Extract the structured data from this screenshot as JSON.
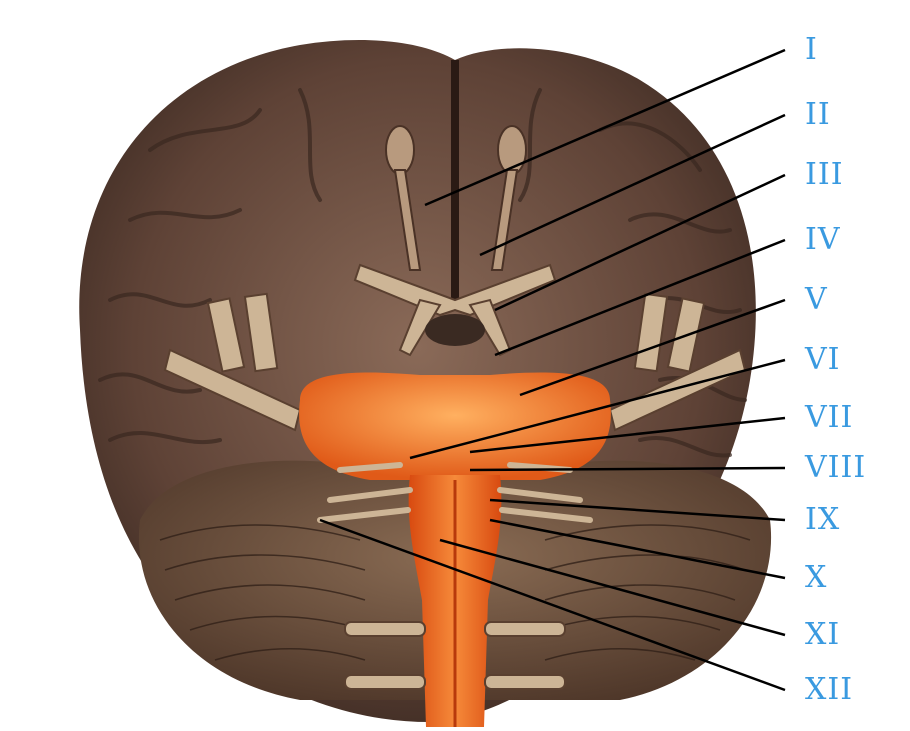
{
  "figure": {
    "colors": {
      "label_blue": "#3a9ae0",
      "brain_brown": "#6e4e3e",
      "brainstem_orange": "#e8641c",
      "nerve_tan": "#cdb596",
      "leader_line": "#000000"
    },
    "labels": [
      "I",
      "II",
      "III",
      "IV",
      "V",
      "VI",
      "VII",
      "VIII",
      "IX",
      "X",
      "XI",
      "XII"
    ]
  }
}
